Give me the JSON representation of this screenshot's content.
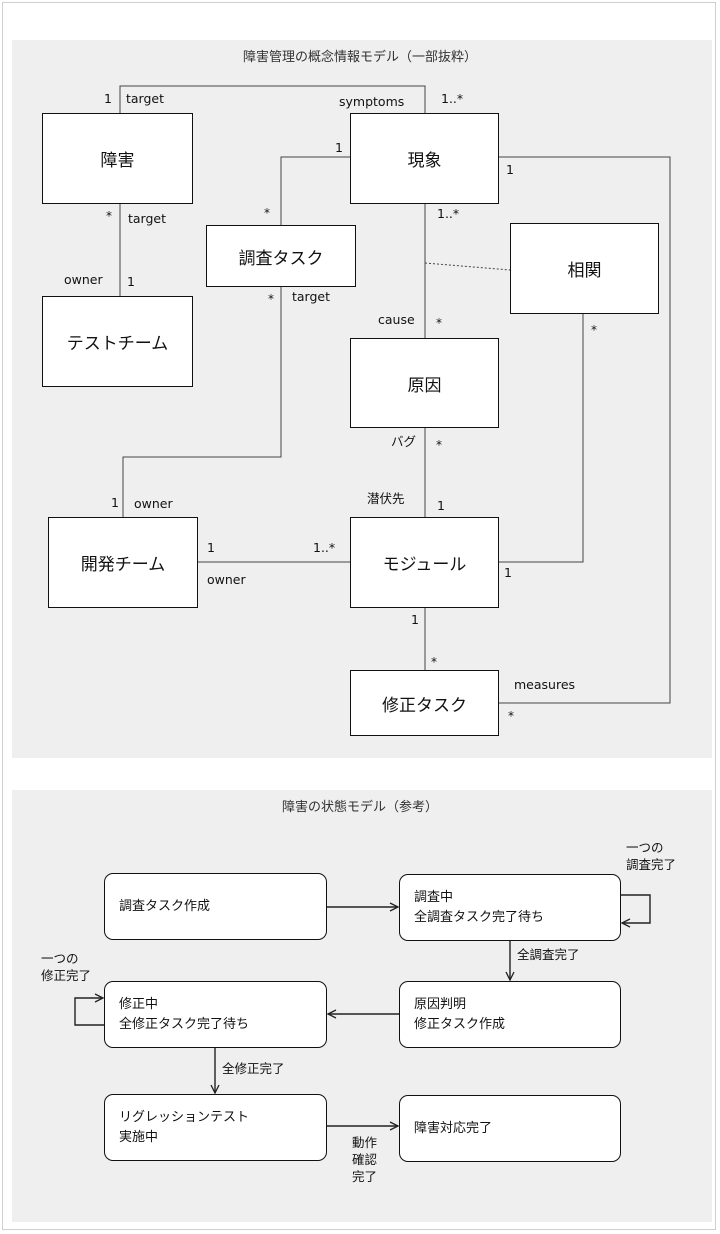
{
  "class_diagram": {
    "title": "障害管理の概念情報モデル（一部抜粋）",
    "classes": {
      "shougai": "障害",
      "genshou": "現象",
      "chousa_task": "調査タスク",
      "soukan": "相関",
      "test_team": "テストチーム",
      "genin": "原因",
      "kaihatsu_team": "開発チーム",
      "module": "モジュール",
      "shusei_task": "修正タスク"
    },
    "associations": {
      "shougai_genshou": {
        "role_shougai": "target",
        "mult_shougai": "1",
        "role_genshou": "symptoms",
        "mult_genshou": "1..*"
      },
      "shougai_test_team": {
        "mult_shougai": "*",
        "role_shougai": "target",
        "role_team": "owner",
        "mult_team": "1"
      },
      "genshou_chousa": {
        "mult_genshou": "1",
        "mult_chousa": "*"
      },
      "chousa_kaihatsu": {
        "mult_chousa": "*",
        "role_chousa": "target",
        "mult_team": "1",
        "role_team": "owner"
      },
      "genshou_genin": {
        "mult_genshou": "1..*",
        "role_genin": "cause",
        "mult_genin": "*"
      },
      "soukan": {
        "mult_soukan": "*"
      },
      "genin_module": {
        "role_genin": "バグ",
        "mult_genin": "*",
        "role_module": "潜伏先",
        "mult_module": "1"
      },
      "kaihatsu_module": {
        "mult_team": "1",
        "role_team": "owner",
        "mult_module": "1..*"
      },
      "module_shusei": {
        "mult_module": "1",
        "mult_shusei": "*"
      },
      "genshou_shusei": {
        "mult_genshou": "1",
        "role_shusei": "measures",
        "mult_shusei": "*"
      },
      "module_soukan": {
        "mult_module": "1"
      }
    }
  },
  "state_diagram": {
    "title": "障害の状態モデル（参考）",
    "states": {
      "s1": [
        "調査タスク作成"
      ],
      "s2": [
        "調査中",
        "全調査タスク完了待ち"
      ],
      "s3": [
        "原因判明",
        "修正タスク作成"
      ],
      "s4": [
        "修正中",
        "全修正タスク完了待ち"
      ],
      "s5": [
        "リグレッションテスト",
        "実施中"
      ],
      "s6": [
        "障害対応完了"
      ]
    },
    "transitions": {
      "self_s2": [
        "一つの",
        "調査完了"
      ],
      "s2_s3": "全調査完了",
      "self_s4": [
        "一つの",
        "修正完了"
      ],
      "s4_s5": "全修正完了",
      "s5_s6": [
        "動作",
        "確認",
        "完了"
      ]
    }
  }
}
